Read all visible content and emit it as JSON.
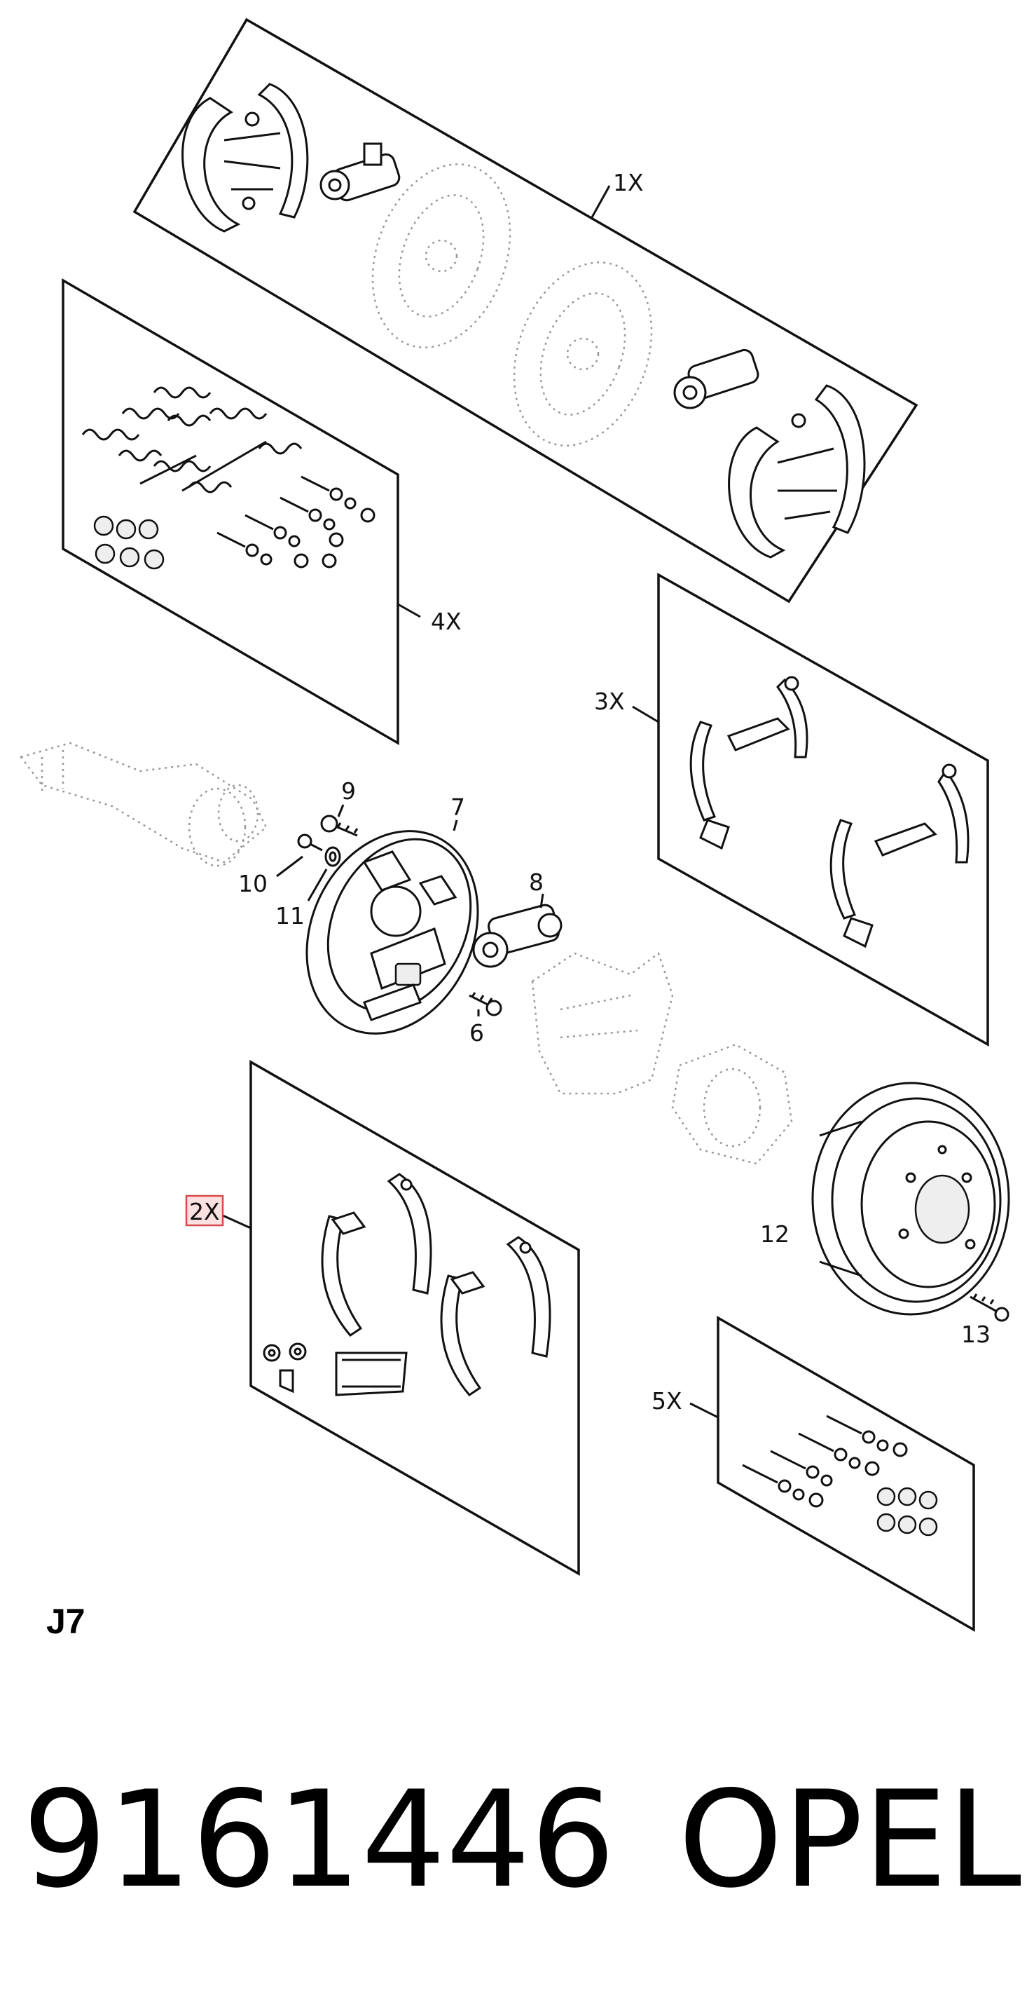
{
  "callouts": {
    "c1": "1X",
    "c2": "2X",
    "c3": "3X",
    "c4": "4X",
    "c5": "5X",
    "c6": "6",
    "c7": "7",
    "c8": "8",
    "c9": "9",
    "c10": "10",
    "c11": "11",
    "c12": "12",
    "c13": "13"
  },
  "section_code": "J7",
  "part_number": "9161446",
  "brand": "OPEL",
  "colors": {
    "line": "#111111",
    "ghost_line": "#999999",
    "highlight_fill": "#fde0e0",
    "highlight_border": "#d84a4a"
  }
}
